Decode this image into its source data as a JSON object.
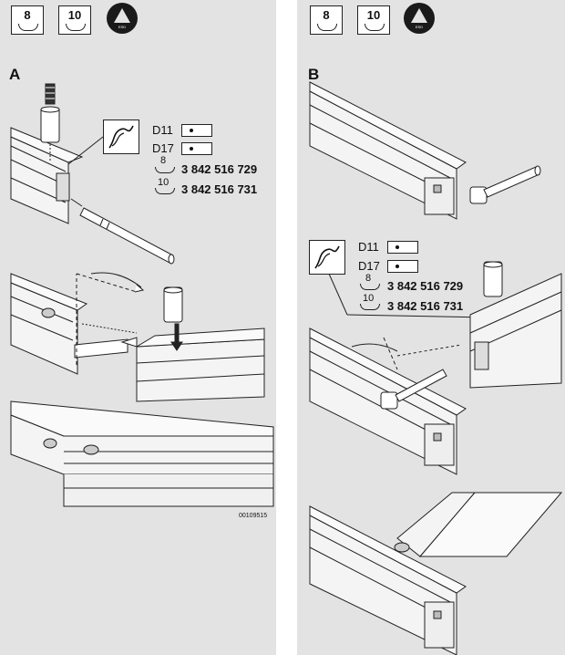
{
  "panel_a": {
    "label": "A",
    "tools": [
      "8",
      "10"
    ],
    "esd_text": "ESD",
    "legend": {
      "d11": "D11",
      "d17": "D17",
      "items": [
        {
          "size": "8",
          "code": "3 842 516 729"
        },
        {
          "size": "10",
          "code": "3 842 516 731"
        }
      ]
    },
    "doc_number": "00109515"
  },
  "panel_b": {
    "label": "B",
    "tools": [
      "8",
      "10"
    ],
    "esd_text": "ESD",
    "legend": {
      "d11": "D11",
      "d17": "D17",
      "items": [
        {
          "size": "8",
          "code": "3 842 516 729"
        },
        {
          "size": "10",
          "code": "3 842 516 731"
        }
      ]
    }
  }
}
